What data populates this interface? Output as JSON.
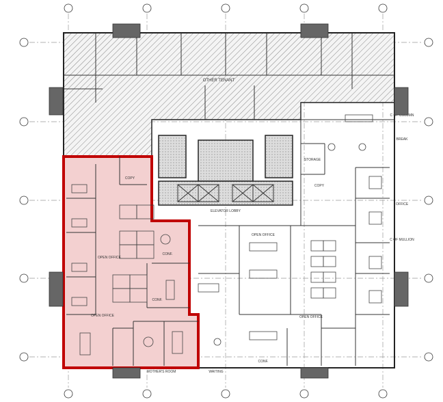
{
  "plan": {
    "highlight_color": "#c00000",
    "highlight_fill": "#f3d0d0",
    "labels": {
      "other_tenant": "OTHER TENANT",
      "elevator_lobby": "ELEVATOR LOBBY",
      "open_office_1": "OPEN OFFICE",
      "open_office_2": "OPEN OFFICE",
      "open_office_3": "OPEN OFFICE",
      "open_office_4": "OPEN OFFICE",
      "copy_1": "COPY",
      "copy_2": "COPY",
      "conf_1": "CONF.",
      "conf_2": "CONF.",
      "conf_3": "CONF.",
      "storage": "STORAGE",
      "break": "BREAK",
      "waiting": "WAITING",
      "mother_room": "MOTHER'S ROOM",
      "office": "OFFICE",
      "cl_column": "C OF COLUMN",
      "cl_mullion": "C OF MULLION"
    }
  }
}
